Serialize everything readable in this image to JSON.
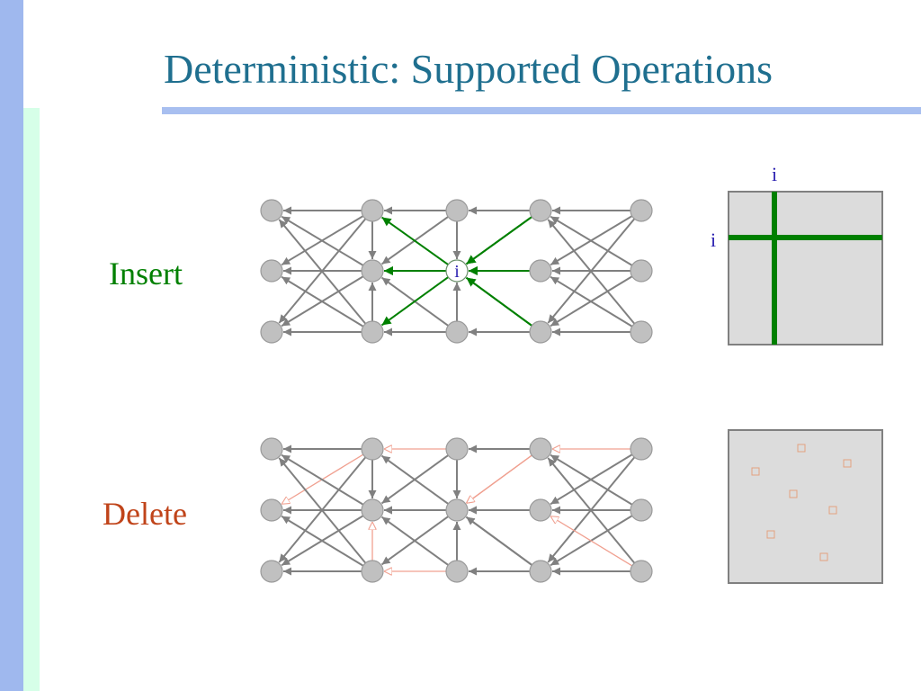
{
  "title": "Deterministic: Supported Operations",
  "colors": {
    "title": "#1f6f8f",
    "insert": "#008000",
    "delete": "#c0441a",
    "node": "#c0c0c0",
    "edge": "#808080",
    "deleted_edge": "#f0a090",
    "index_label": "#2a1fb0"
  },
  "insert": {
    "label": "Insert",
    "node_label": "i",
    "matrix": {
      "row_label": "i",
      "col_label": "i"
    }
  },
  "delete": {
    "label": "Delete"
  }
}
